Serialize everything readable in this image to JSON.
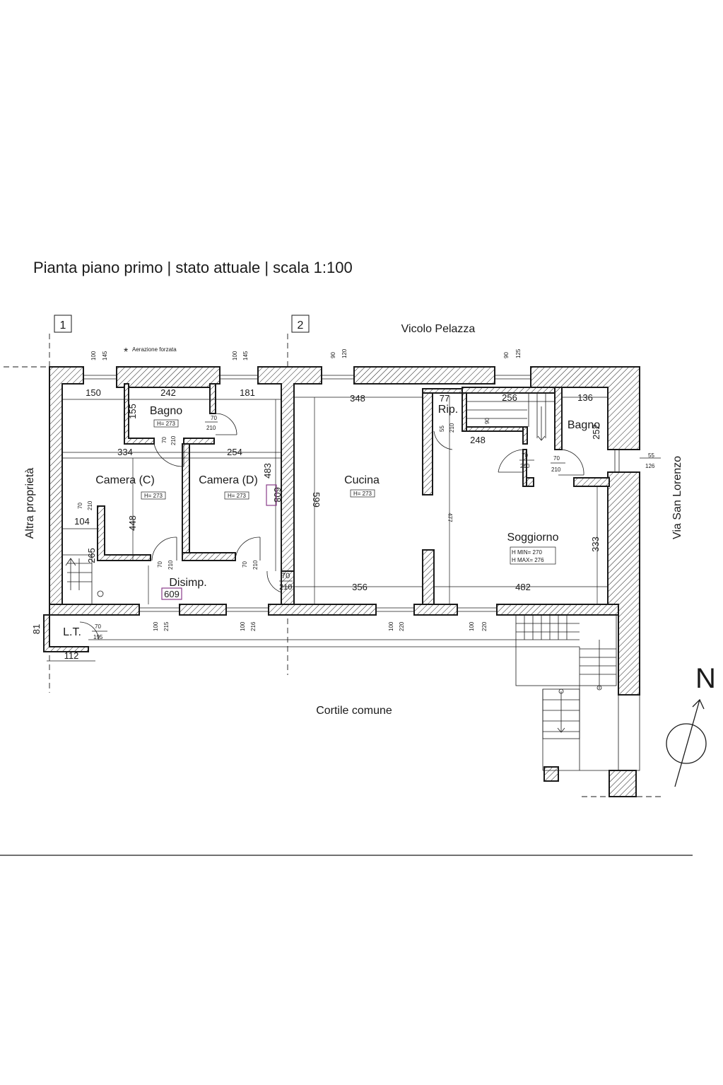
{
  "title": "Pianta piano primo | stato attuale | scala 1:100",
  "grid_markers": [
    "1",
    "2"
  ],
  "streets": {
    "north": "Vicolo Pelazza",
    "east": "Via San Lorenzo",
    "west": "Altra proprietà",
    "south": "Cortile comune"
  },
  "note": "Aerazione forzata",
  "note_mark": "*",
  "north_arrow": "N",
  "rooms": {
    "bagno1": "Bagno",
    "camera_c": "Camera (C)",
    "camera_d": "Camera (D)",
    "cucina": "Cucina",
    "rip": "Rip.",
    "bagno2": "Bagno",
    "soggiorno": "Soggiorno",
    "disimp": "Disimp.",
    "lt": "L.T."
  },
  "heights": {
    "bagno1": "H= 273",
    "camera_c": "H= 273",
    "camera_d": "H= 273",
    "cucina": "H= 273",
    "soggiorno_min": "H MIN= 270",
    "soggiorno_max": "H MAX= 276"
  },
  "dimensions": {
    "d150": "150",
    "d242": "242",
    "d181": "181",
    "d348": "348",
    "d77": "77",
    "d256": "256",
    "d136": "136",
    "d155": "155",
    "d334": "334",
    "d254": "254",
    "d248": "248",
    "d252": "252",
    "d483": "483",
    "d608": "608",
    "d599": "599",
    "d477": "477",
    "d448": "448",
    "d104": "104",
    "d265": "265",
    "d333": "333",
    "d356": "356",
    "d482": "482",
    "d609": "609",
    "d81": "81",
    "d112": "112"
  },
  "openings": {
    "w1": [
      "100",
      "145"
    ],
    "w2": [
      "100",
      "145"
    ],
    "w3": [
      "90",
      "120"
    ],
    "w4": [
      "90",
      "125"
    ],
    "d_bagno1": [
      "70",
      "210"
    ],
    "d_bagno1_b": [
      "70",
      "210"
    ],
    "d_cam_c": [
      "70",
      "210"
    ],
    "d_cam_c_side": [
      "70",
      "210"
    ],
    "d_cam_c_bottom": [
      "70",
      "210"
    ],
    "d_cam_d_bottom": [
      "70",
      "210"
    ],
    "d_entry": [
      "70",
      "210"
    ],
    "d_rip": [
      "55",
      "210"
    ],
    "d_bagno2_a": [
      "70",
      "210"
    ],
    "d_bagno2_b": [
      "70",
      "210"
    ],
    "w_east": [
      "55",
      "126"
    ],
    "d_lt": [
      "70",
      "195"
    ],
    "s1": [
      "100",
      "215"
    ],
    "s2": [
      "100",
      "216"
    ],
    "s3": [
      "100",
      "220"
    ],
    "s4": [
      "100",
      "220"
    ]
  },
  "colors": {
    "ink": "#1a1a1a",
    "highlight": "#8a3c8a"
  }
}
